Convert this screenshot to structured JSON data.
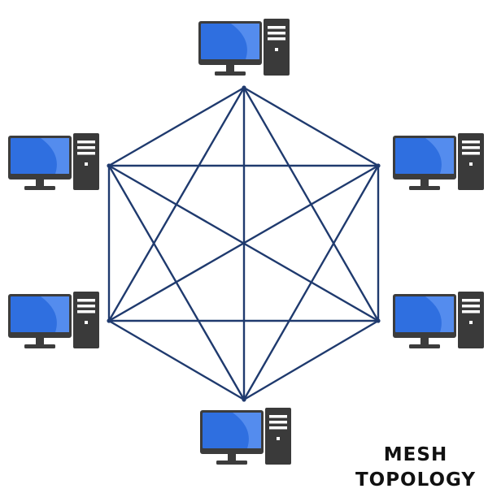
{
  "caption": {
    "line1": "MESH",
    "line2": "TOPOLOGY"
  },
  "topology": {
    "node_count": 6,
    "links": "full-mesh",
    "node_icon": "desktop-computer-icon"
  },
  "colors": {
    "link": "#1f3a6e",
    "monitor_screen": "#2f6fe0",
    "monitor_highlight": "#5a92f0",
    "monitor_frame": "#3c3c3c",
    "tower_body": "#3a3a3a",
    "tower_detail": "#ffffff",
    "caption_text": "#111111",
    "background": "#ffffff"
  }
}
